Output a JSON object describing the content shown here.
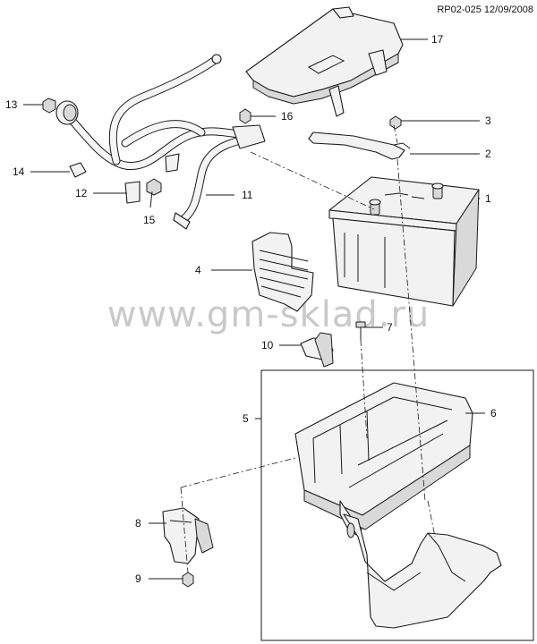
{
  "header": "RP02-025 12/09/2008",
  "watermark": "www.gm-sklad.ru",
  "callouts": {
    "c1": "1",
    "c2": "2",
    "c3": "3",
    "c4": "4",
    "c5": "5",
    "c6": "6",
    "c7": "7",
    "c8": "8",
    "c9": "9",
    "c10": "10",
    "c11": "11",
    "c12": "12",
    "c13": "13",
    "c14": "14",
    "c15": "15",
    "c16": "16",
    "c17": "17"
  }
}
